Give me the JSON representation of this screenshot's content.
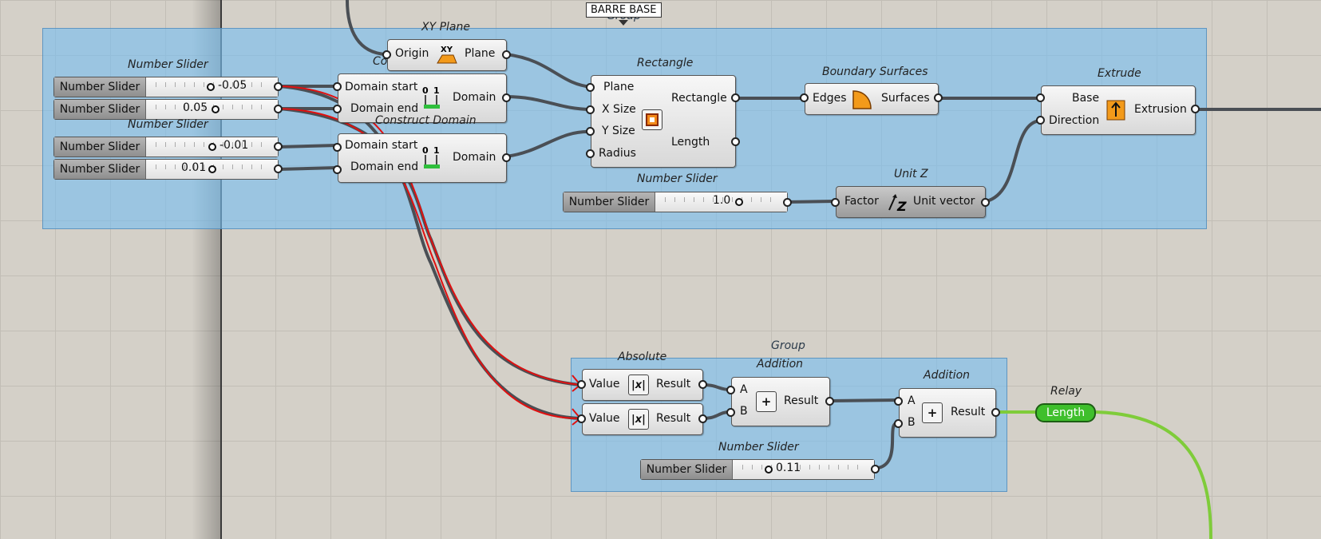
{
  "groups": {
    "top": {
      "label": "Group"
    },
    "bottom": {
      "label": "Group"
    }
  },
  "tooltip": "BARRE BASE",
  "components": {
    "xy_plane": {
      "title": "XY Plane",
      "input": "Origin",
      "output": "Plane",
      "icon": "xy-plane-icon"
    },
    "rectangle": {
      "title": "Rectangle",
      "inputs": [
        "Plane",
        "X Size",
        "Y Size",
        "Radius"
      ],
      "outputs": [
        "Rectangle",
        "Length"
      ],
      "icon": "rectangle-icon"
    },
    "boundary": {
      "title": "Boundary Surfaces",
      "input": "Edges",
      "output": "Surfaces",
      "icon": "boundary-surface-icon"
    },
    "extrude": {
      "title": "Extrude",
      "inputs": [
        "Base",
        "Direction"
      ],
      "output": "Extrusion",
      "icon": "extrude-icon"
    },
    "unit_z": {
      "title": "Unit Z",
      "input": "Factor",
      "output": "Unit vector",
      "icon": "unit-z-icon"
    },
    "domain1": {
      "title": "Co",
      "inputs": [
        "Domain start",
        "Domain end"
      ],
      "output": "Domain",
      "icon": "domain-icon"
    },
    "domain2": {
      "title": "Construct Domain",
      "inputs": [
        "Domain start",
        "Domain end"
      ],
      "output": "Domain",
      "icon": "domain-icon"
    },
    "abs1": {
      "title": "Absolute",
      "input": "Value",
      "output": "Result",
      "icon": "abs-icon",
      "glyph": "|x|"
    },
    "abs2": {
      "input": "Value",
      "output": "Result",
      "icon": "abs-icon",
      "glyph": "|x|"
    },
    "add1": {
      "title": "Addition",
      "inputs": [
        "A",
        "B"
      ],
      "output": "Result",
      "icon": "plus-icon",
      "glyph": "+"
    },
    "add2": {
      "title": "Addition",
      "inputs": [
        "A",
        "B"
      ],
      "output": "Result",
      "icon": "plus-icon",
      "glyph": "+"
    },
    "relay": {
      "title": "Relay",
      "label": "Length"
    }
  },
  "sliders": {
    "title_a": "Number Slider",
    "title_b": "Number Slider",
    "title_c": "Number Slider",
    "title_d": "Number Slider",
    "label": "Number Slider",
    "s1": "-0.05",
    "s2": "0.05",
    "s3": "-0.01",
    "s4": "0.01",
    "s5": "1.0",
    "s6": "0.11"
  },
  "colors": {
    "group_fill": "#78bef0",
    "wire": "#4a4f55",
    "wire_selected": "#e01010",
    "relay_wire": "#7fcc3a",
    "relay_fill": "#3fbf2c"
  }
}
